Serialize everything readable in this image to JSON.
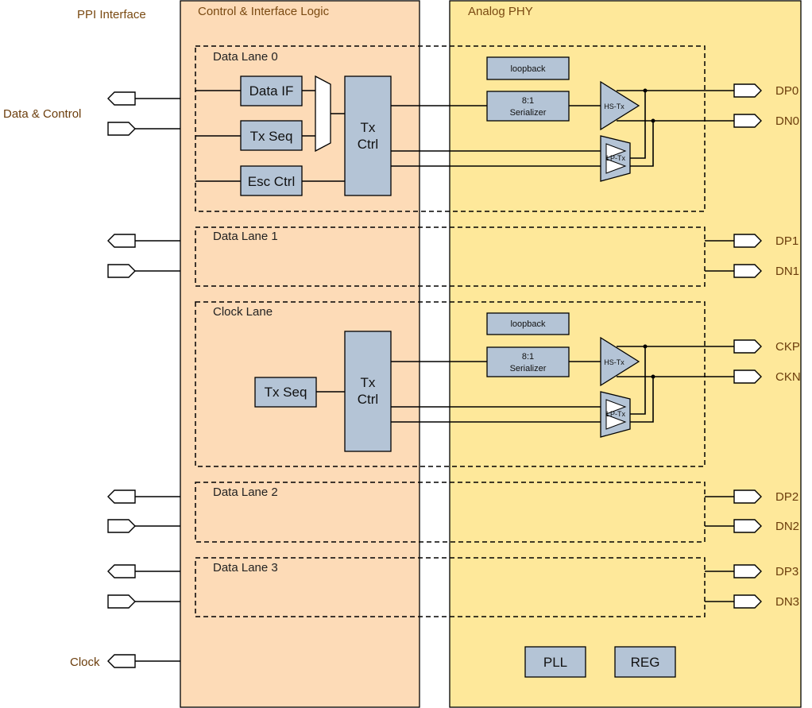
{
  "panels": {
    "ppi_title": "PPI Interface",
    "ctrl_title": "Control & Interface Logic",
    "phy_title": "Analog PHY"
  },
  "ppi_labels": {
    "data_control": "Data & Control",
    "clock": "Clock"
  },
  "lanes": {
    "lane0": "Data Lane 0",
    "lane1": "Data Lane 1",
    "clock_lane": "Clock Lane",
    "lane2": "Data Lane 2",
    "lane3": "Data Lane 3"
  },
  "blocks": {
    "data_if": "Data IF",
    "tx_seq": "Tx Seq",
    "esc_ctrl": "Esc Ctrl",
    "tx_ctrl_line1": "Tx",
    "tx_ctrl_line2": "Ctrl",
    "loopback": "loopback",
    "serializer_line1": "8:1",
    "serializer_line2": "Serializer",
    "hs_tx": "HS-Tx",
    "lp_tx": "LP-Tx",
    "pll": "PLL",
    "reg": "REG"
  },
  "outputs": {
    "dp0": "DP0",
    "dn0": "DN0",
    "dp1": "DP1",
    "dn1": "DN1",
    "ckp": "CKP",
    "ckn": "CKN",
    "dp2": "DP2",
    "dn2": "DN2",
    "dp3": "DP3",
    "dn3": "DN3"
  },
  "colors": {
    "ctrl_panel": "#fddbb7",
    "phy_panel": "#fee89a",
    "block_fill": "#b4c4d6"
  }
}
